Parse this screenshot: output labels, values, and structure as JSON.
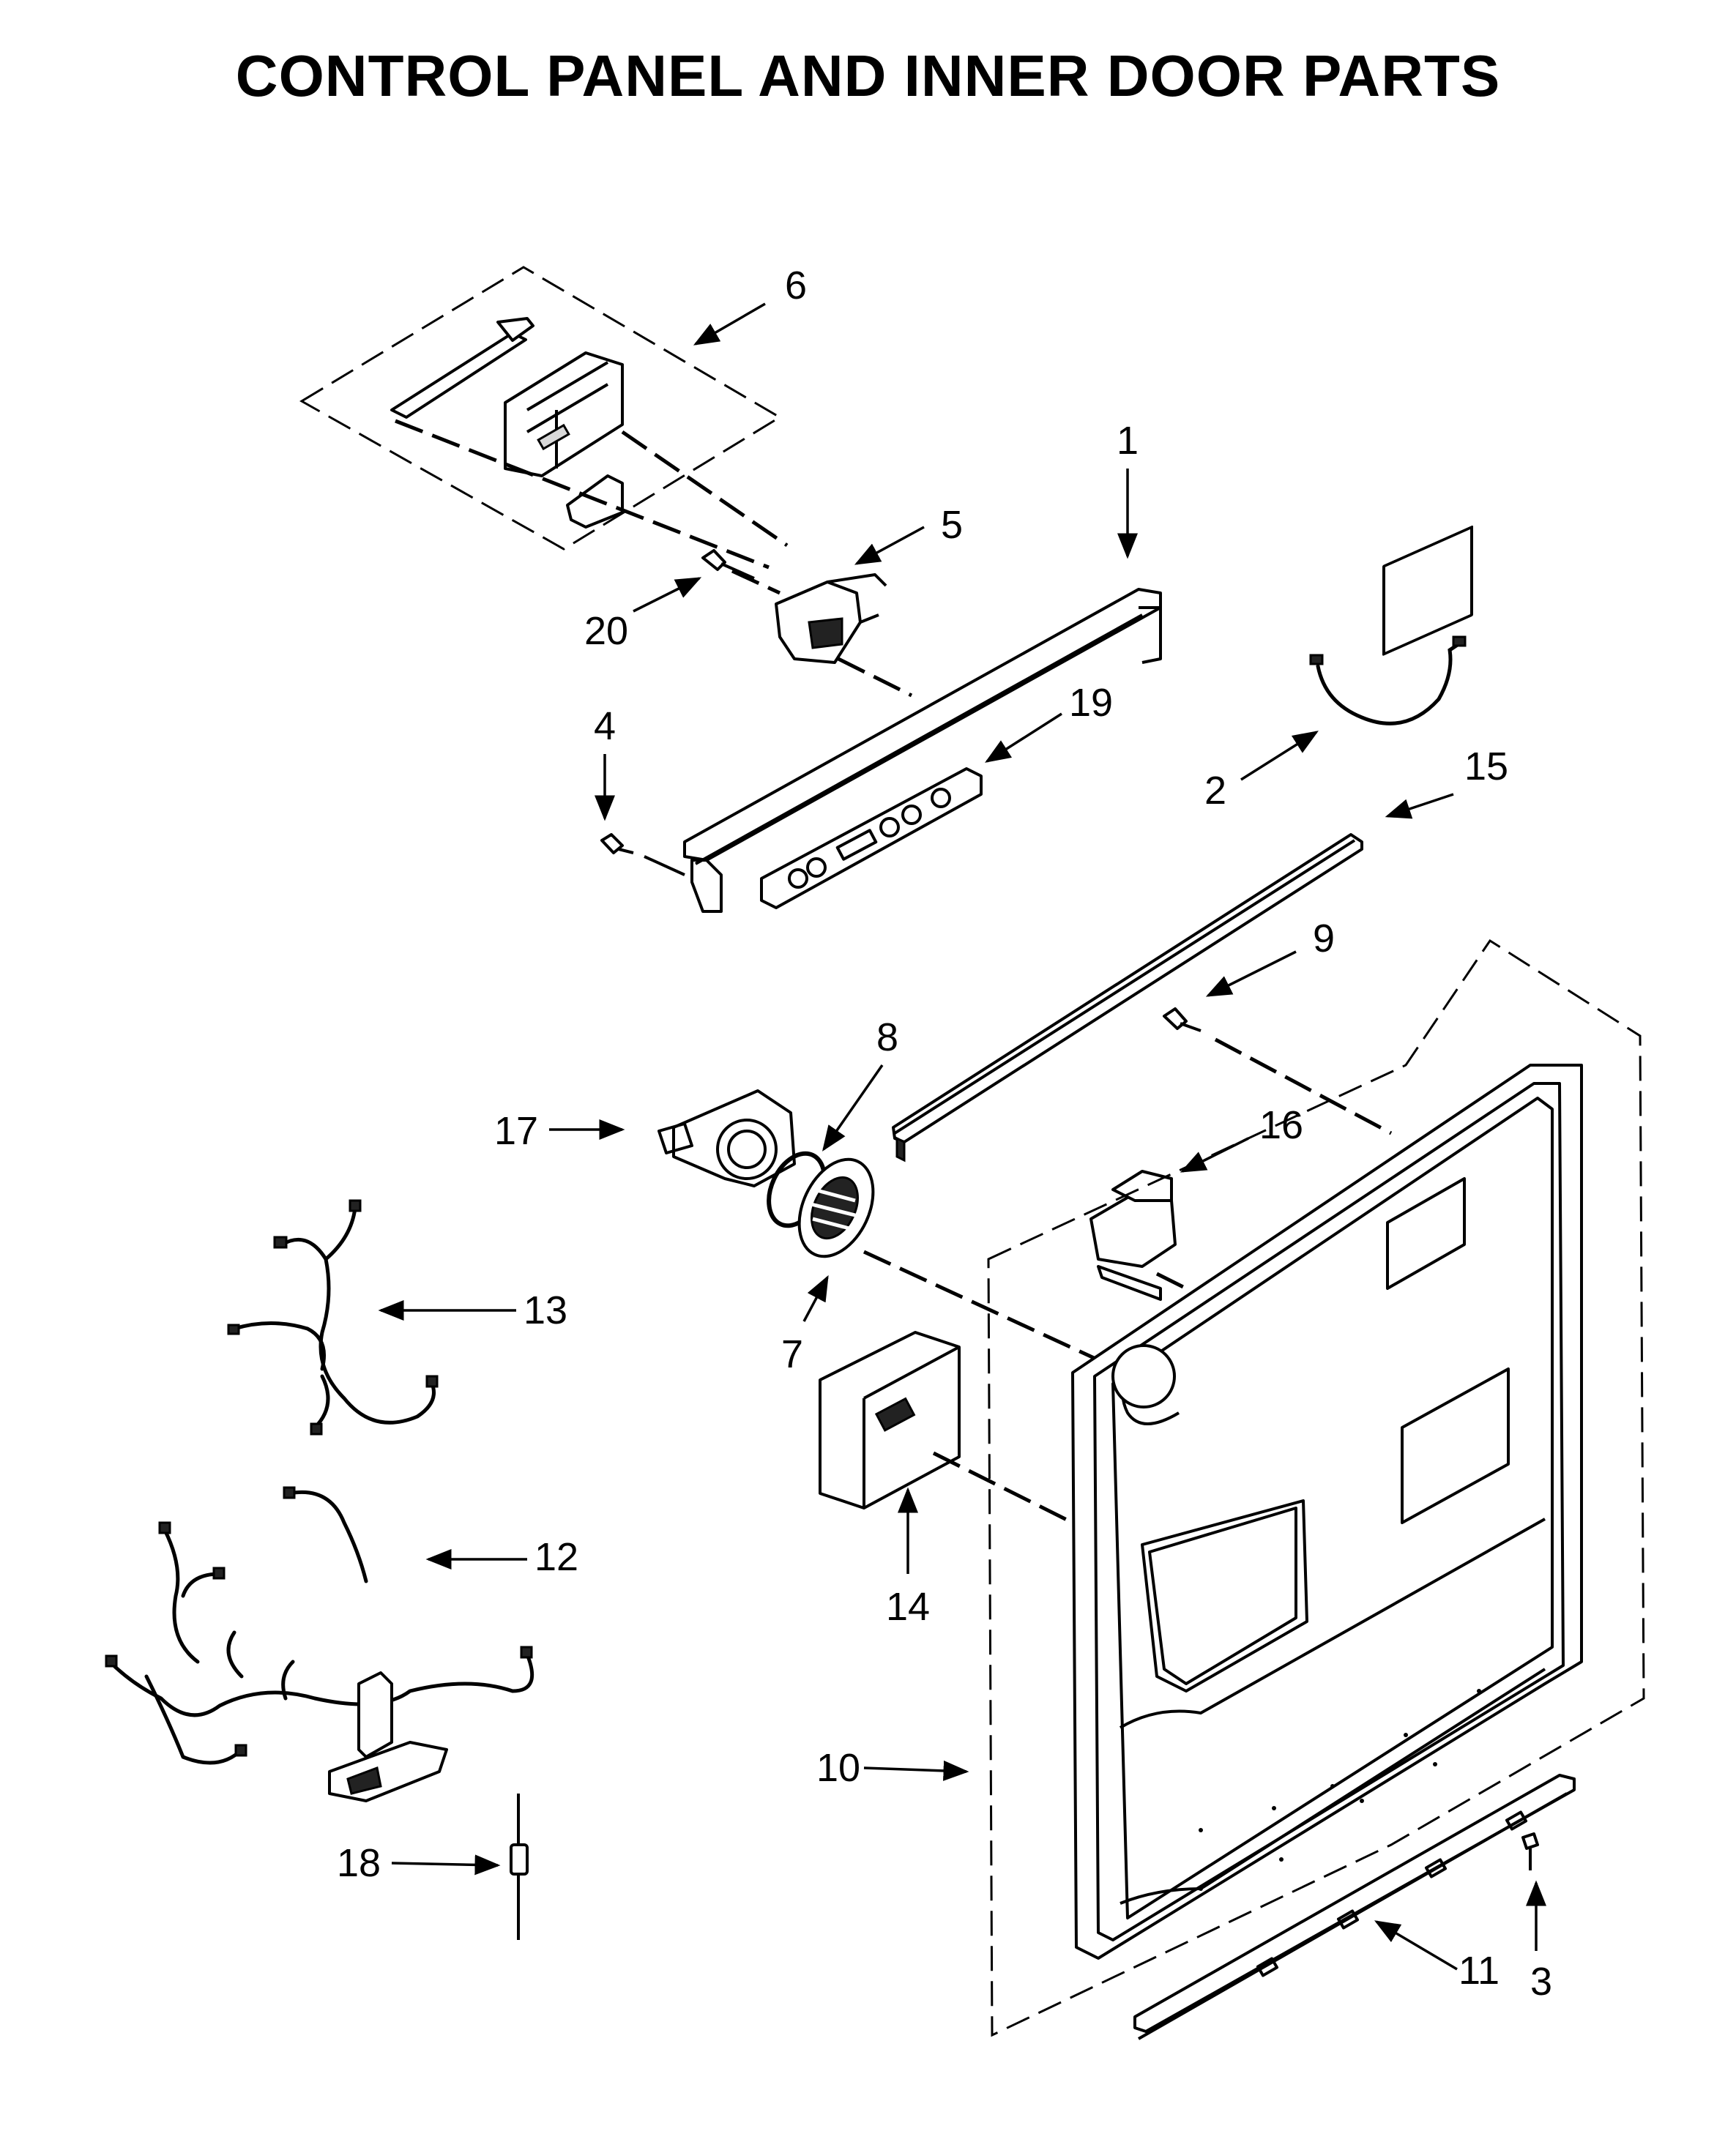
{
  "title": "CONTROL PANEL AND INNER DOOR PARTS",
  "callouts": [
    {
      "id": "c1",
      "label": "1"
    },
    {
      "id": "c2",
      "label": "2"
    },
    {
      "id": "c3",
      "label": "3"
    },
    {
      "id": "c4",
      "label": "4"
    },
    {
      "id": "c5",
      "label": "5"
    },
    {
      "id": "c6",
      "label": "6"
    },
    {
      "id": "c7",
      "label": "7"
    },
    {
      "id": "c8",
      "label": "8"
    },
    {
      "id": "c9",
      "label": "9"
    },
    {
      "id": "c10",
      "label": "10"
    },
    {
      "id": "c11",
      "label": "11"
    },
    {
      "id": "c12",
      "label": "12"
    },
    {
      "id": "c13",
      "label": "13"
    },
    {
      "id": "c14",
      "label": "14"
    },
    {
      "id": "c15",
      "label": "15"
    },
    {
      "id": "c16",
      "label": "16"
    },
    {
      "id": "c17",
      "label": "17"
    },
    {
      "id": "c18",
      "label": "18"
    },
    {
      "id": "c19",
      "label": "19"
    },
    {
      "id": "c20",
      "label": "20"
    }
  ]
}
